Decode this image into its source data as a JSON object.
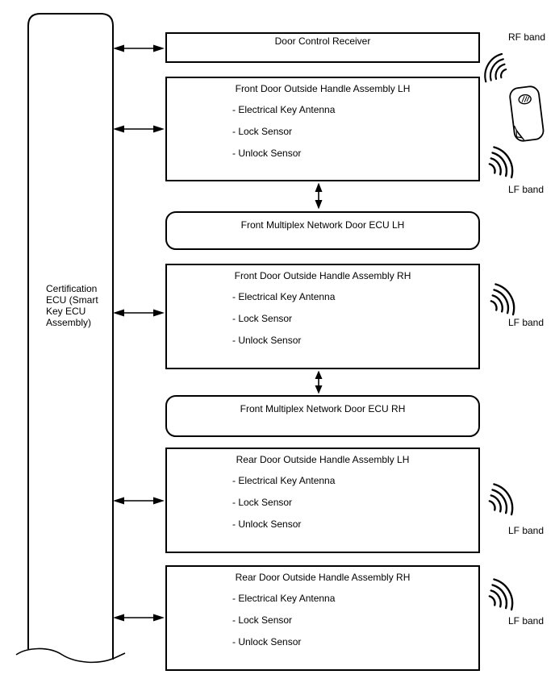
{
  "left_box": {
    "label": "Certification ECU (Smart Key ECU Assembly)"
  },
  "bands": {
    "rf": "RF band",
    "lf": "LF band"
  },
  "boxes": {
    "receiver": {
      "title": "Door Control Receiver"
    },
    "front_lh": {
      "title": "Front Door Outside Handle Assembly LH",
      "items": [
        "- Electrical Key Antenna",
        "- Lock Sensor",
        "- Unlock Sensor"
      ]
    },
    "mux_lh": {
      "title": "Front Multiplex Network Door ECU LH"
    },
    "front_rh": {
      "title": "Front Door Outside Handle Assembly RH",
      "items": [
        "- Electrical Key Antenna",
        "- Lock Sensor",
        "- Unlock Sensor"
      ]
    },
    "mux_rh": {
      "title": "Front Multiplex Network Door ECU RH"
    },
    "rear_lh": {
      "title": "Rear Door Outside Handle Assembly LH",
      "items": [
        "- Electrical Key Antenna",
        "- Lock Sensor",
        "- Unlock Sensor"
      ]
    },
    "rear_rh": {
      "title": "Rear Door Outside Handle Assembly RH",
      "items": [
        "- Electrical Key Antenna",
        "- Lock Sensor",
        "- Unlock Sensor"
      ]
    }
  },
  "colors": {
    "line": "#000000",
    "background": "#ffffff"
  }
}
